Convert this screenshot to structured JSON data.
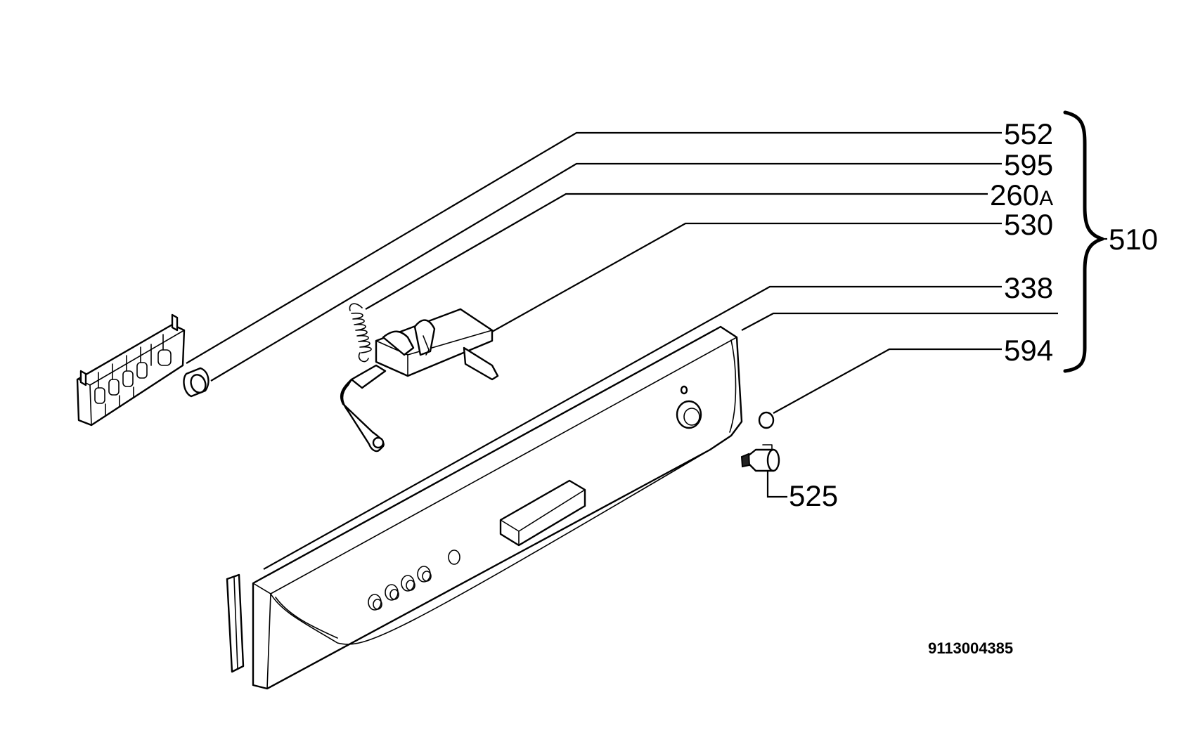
{
  "labels": {
    "l552": "552",
    "l595": "595",
    "l260": "260",
    "l260_suffix": "A",
    "l530": "530",
    "l510": "510",
    "l338": "338",
    "l594": "594",
    "l525": "525"
  },
  "drawing_code": "9113004385",
  "colors": {
    "line": "#000000",
    "background": "#ffffff"
  }
}
